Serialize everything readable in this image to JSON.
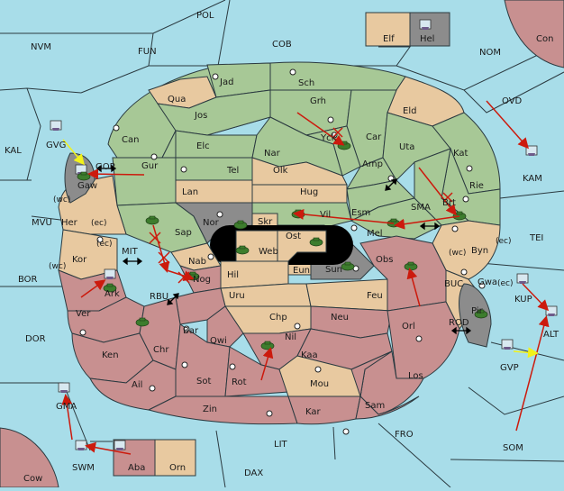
{
  "colors": {
    "sea": "#a8dde9",
    "green_power": "#a7c896",
    "tan_neutral": "#e8c9a0",
    "red_power": "#c89090",
    "impassable": "#8c8c8c",
    "move_arrow": "#cc1a0d",
    "support_arrow": "#f2f21a"
  },
  "sea_labels": {
    "POL": "POL",
    "NVM": "NVM",
    "FUN": "FUN",
    "COB": "COB",
    "NOM": "NOM",
    "OVD": "OVD",
    "KAL": "KAL",
    "GVG": "GVG",
    "GOR": "GOR",
    "MVU": "MVU",
    "MIT": "MIT",
    "BOR": "BOR",
    "RBU": "RBU",
    "DOR": "DOR",
    "SMA": "SMA",
    "TEI": "TEI",
    "BUC": "BUC",
    "ROD": "ROD",
    "KUP": "KUP",
    "ALT": "ALT",
    "GVP": "GVP",
    "GMA": "GMA",
    "SWM": "SWM",
    "LIT": "LIT",
    "FRO": "FRO",
    "SOM": "SOM",
    "DAX": "DAX",
    "KAM": "KAM",
    "Con": "Con",
    "Cow": "Cow"
  },
  "land_labels": {
    "Jad": "Jad",
    "Sch": "Sch",
    "Qua": "Qua",
    "Jos": "Jos",
    "Grh": "Grh",
    "Eld": "Eld",
    "Can": "Can",
    "Yck": "Yck",
    "Car": "Car",
    "Uta": "Uta",
    "Elc": "Elc",
    "Nar": "Nar",
    "Kat": "Kat",
    "Amp": "Amp",
    "Gur": "Gur",
    "Tel": "Tel",
    "Olk": "Olk",
    "Lan": "Lan",
    "Hug": "Hug",
    "Rie": "Rie",
    "Brt": "Brt",
    "Nor": "Nor",
    "Skr": "Skr",
    "Vil": "Vil",
    "Esm": "Esm",
    "Mel": "Mel",
    "Sap": "Sap",
    "Web": "Web",
    "Ost": "Ost",
    "Her": "Her",
    "Kor": "Kor",
    "Nab": "Nab",
    "Hil": "Hil",
    "Eun": "Eun",
    "Sun": "Sun",
    "Obs": "Obs",
    "Byn": "Byn",
    "Gwa": "Gwa",
    "Ark": "Ark",
    "Nog": "Nog",
    "Uru": "Uru",
    "Feu": "Feu",
    "Pir": "Pir",
    "Ver": "Ver",
    "Chp": "Chp",
    "Neu": "Neu",
    "Orl": "Orl",
    "Bar": "Bar",
    "Qwi": "Qwi",
    "Nil": "Nil",
    "Ken": "Ken",
    "Chr": "Chr",
    "Kaa": "Kaa",
    "Los": "Los",
    "Ail": "Ail",
    "Sot": "Sot",
    "Rot": "Rot",
    "Mou": "Mou",
    "Zin": "Zin",
    "Kar": "Kar",
    "Sam": "Sam",
    "Gaw": "Gaw",
    "Aba": "Aba",
    "Orn": "Orn",
    "Elf": "Elf",
    "Hel": "Hel"
  },
  "coast_tags": {
    "wc": "(wc)",
    "ec": "(ec)"
  }
}
